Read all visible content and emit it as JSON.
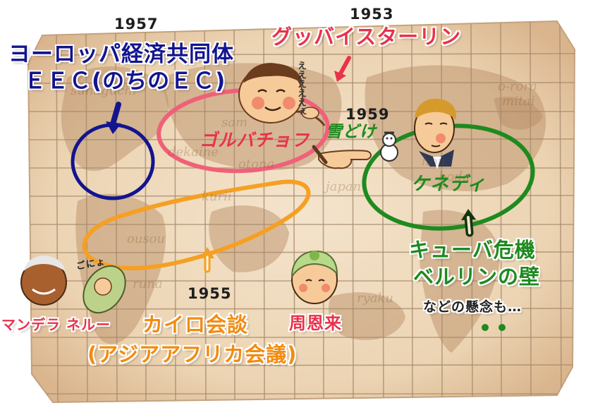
{
  "colors": {
    "eec": "#12158f",
    "soviet": "#e8324c",
    "usa": "#1e8a1f",
    "asia": "#f28c11",
    "map_bg": "#f1dcc0",
    "grid": "#a58a6c"
  },
  "eec": {
    "year": "1957",
    "line1": "ヨーロッパ経済共同体",
    "line2": "ＥＥＣ(のちのＥＣ)"
  },
  "soviet": {
    "year": "1953",
    "title": "グッバイスターリン",
    "leader": "ゴルバチョフ",
    "speech": "えええええぇ"
  },
  "thaw": {
    "year": "1959",
    "label": "雪どけ"
  },
  "usa": {
    "leader": "ケネディ",
    "crisis1": "キューバ危機",
    "crisis2": "ベルリンの壁",
    "note": "などの懸念も…"
  },
  "asia": {
    "year": "1955",
    "title": "カイロ会談",
    "subtitle": "(アジアアフリカ会議)",
    "zhou": "周恩来",
    "nehru": "マンデラ ネルー",
    "babble": "ごにょ"
  },
  "map_words": [
    "sunaguchi",
    "dekaine",
    "sam",
    "otona",
    "kurii",
    "japan",
    "o-rora",
    "mitai",
    "hou",
    "boda",
    "ousou",
    "runa",
    "ryaku"
  ],
  "icons": [
    "arrow-down-icon",
    "arrow-up-icon",
    "pointing-hand-icon",
    "snowman-icon",
    "face-icons"
  ]
}
